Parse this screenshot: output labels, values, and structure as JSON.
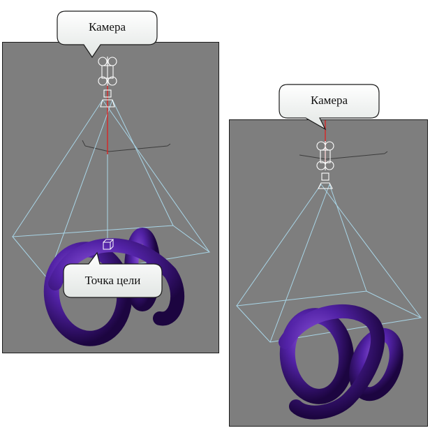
{
  "callouts": {
    "left_camera": "Камера",
    "right_camera": "Камера",
    "target": "Точка цели"
  },
  "colors": {
    "viewport_bg": "#7e7e7e",
    "frustum_lines": "#a9d6e8",
    "camera_axis": "#e02020",
    "camera_body": "#ffffff",
    "knot": "#4a1a8e"
  }
}
